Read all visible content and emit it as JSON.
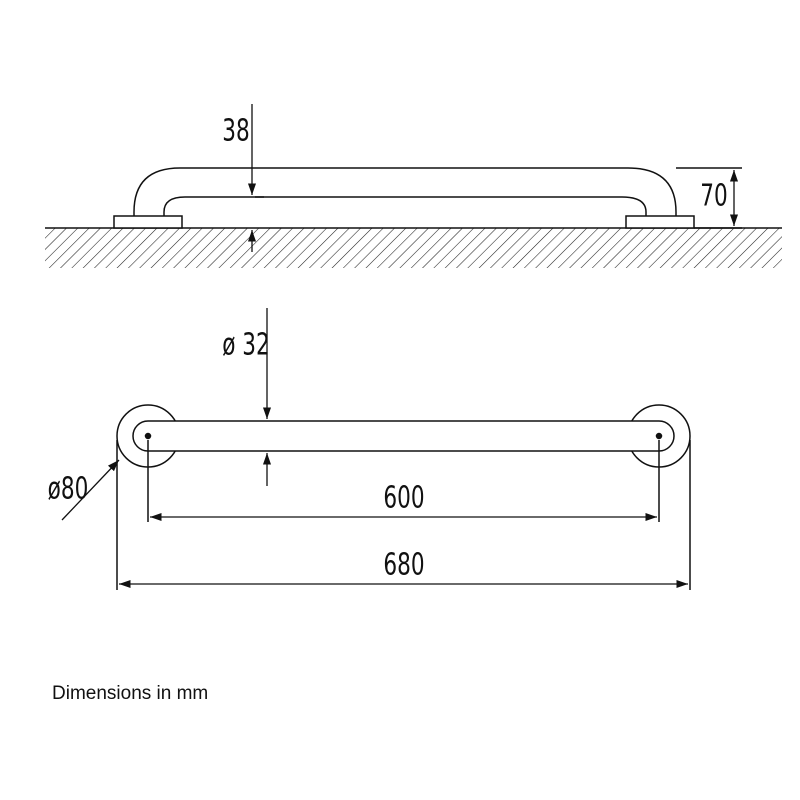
{
  "dimensions": {
    "clearance": "38",
    "projection": "70",
    "tube_diameter": "ø 32",
    "flange_diameter": "ø80",
    "center_distance": "600",
    "overall_length": "680"
  },
  "note": "Dimensions in mm",
  "colors": {
    "line": "#111111",
    "background": "#ffffff"
  }
}
